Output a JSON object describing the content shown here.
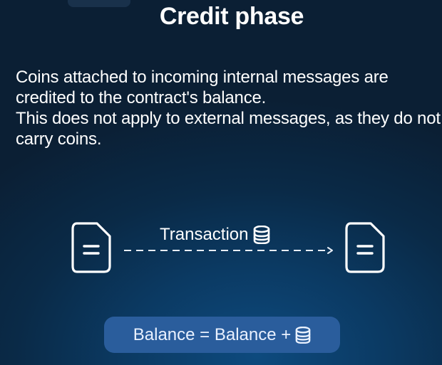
{
  "title": "Credit phase",
  "description": {
    "line1": "Coins attached to incoming internal messages are credited to the contract's balance.",
    "line2": "This does not apply to external messages, as they do not carry coins."
  },
  "diagram": {
    "transaction_label": "Transaction",
    "source_icon": "document-icon",
    "target_icon": "document-icon",
    "coin_icon": "coins-stack-icon",
    "arrow_icon": "chevron-right-icon"
  },
  "formula": {
    "text": "Balance = Balance +",
    "coin_icon": "coins-stack-icon"
  },
  "colors": {
    "background_dark": "#0b1f34",
    "background_glow": "#0d4a7e",
    "pill": "#2a5d9c",
    "text": "#ffffff"
  }
}
